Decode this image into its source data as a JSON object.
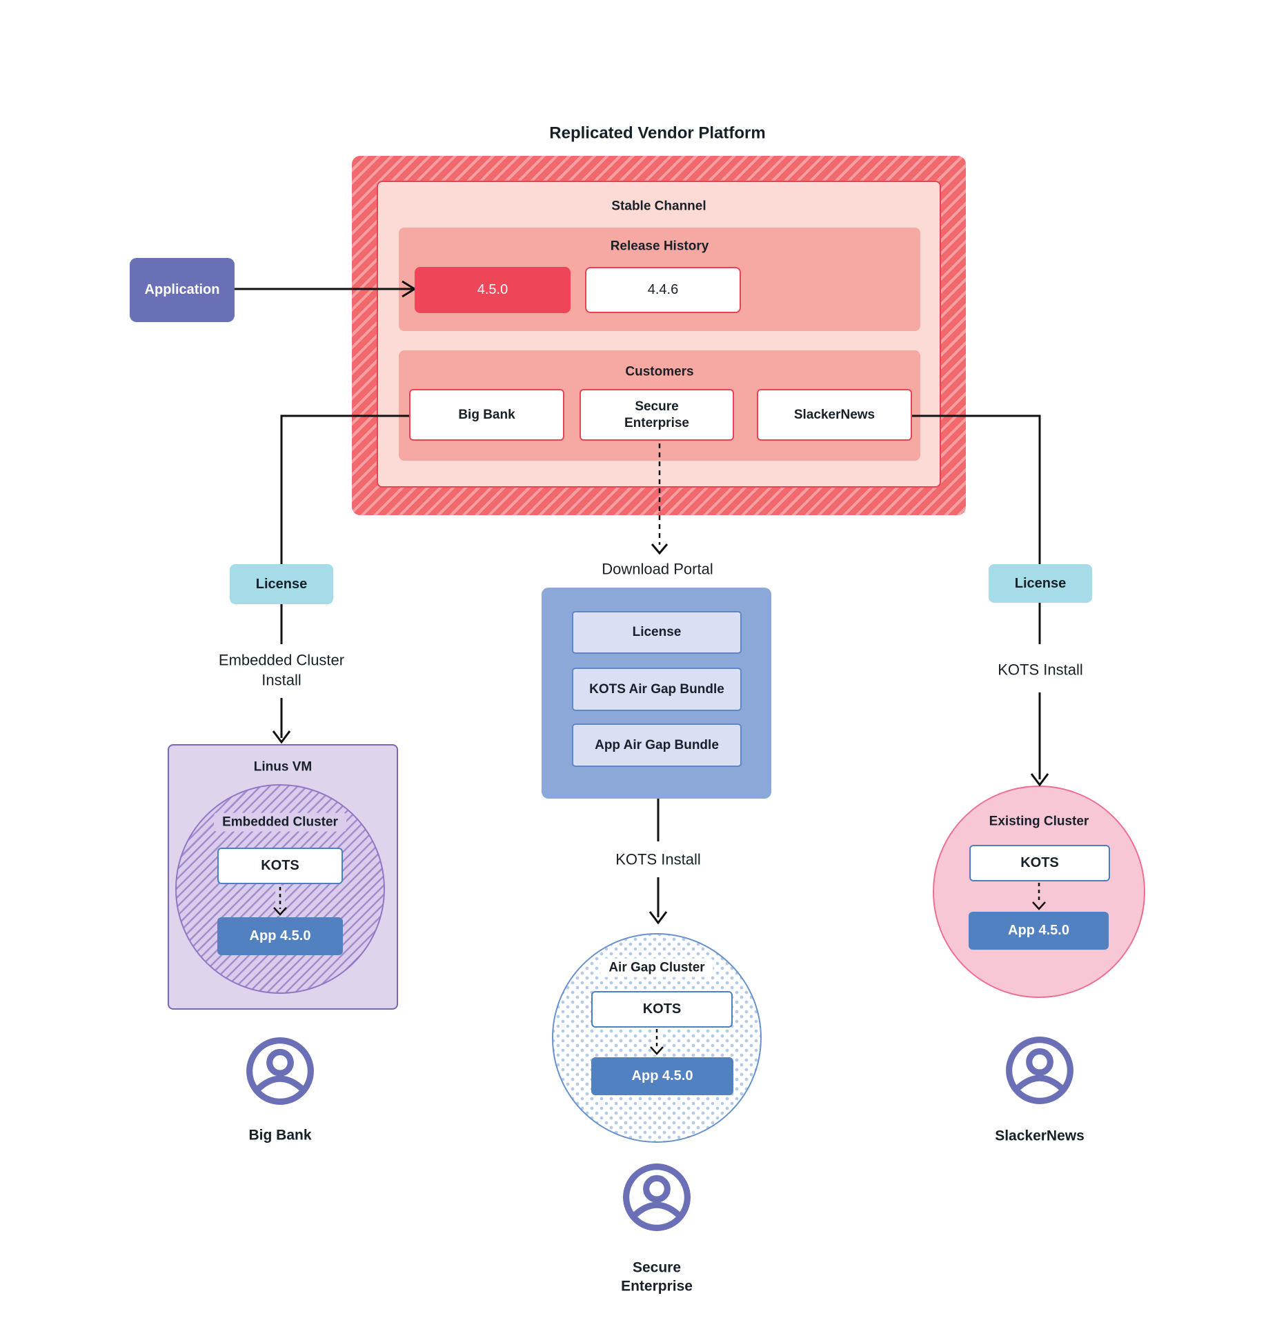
{
  "title": "Replicated Vendor Platform",
  "application": {
    "label": "Application"
  },
  "platform": {
    "stable_channel_label": "Stable Channel",
    "release_history_label": "Release History",
    "releases": [
      {
        "version": "4.5.0"
      },
      {
        "version": "4.4.6"
      }
    ],
    "customers_label": "Customers",
    "customers": [
      "Big Bank",
      "Secure Enterprise",
      "SlackerNews"
    ]
  },
  "download_portal": {
    "title": "Download Portal",
    "items": [
      "License",
      "KOTS Air Gap Bundle",
      "App Air Gap Bundle"
    ]
  },
  "left_branch": {
    "license": "License",
    "install": "Embedded Cluster Install",
    "vm": "Linus VM",
    "cluster": "Embedded Cluster",
    "kots": "KOTS",
    "app": "App 4.5.0",
    "user": "Big Bank"
  },
  "middle_branch": {
    "install": "KOTS Install",
    "cluster": "Air Gap Cluster",
    "kots": "KOTS",
    "app": "App 4.5.0",
    "user": "Secure Enterprise"
  },
  "right_branch": {
    "license": "License",
    "install": "KOTS Install",
    "cluster": "Existing Cluster",
    "kots": "KOTS",
    "app": "App 4.5.0",
    "user": "SlackerNews"
  },
  "colors": {
    "hatch_red_base": "#f2696d",
    "hatch_red_stripe": "#f69fa2",
    "stable_fill": "#fcdad5",
    "stable_border": "#ea4254",
    "salmon_fill": "#f6a9a3",
    "release_red": "#ef4558",
    "red_border": "#ea4254",
    "app_purple": "#6a70b5",
    "teal_fill": "#a5dce8",
    "portal_blue": "#8ba8d9",
    "portal_item_fill": "#dadff4",
    "portal_item_border": "#5d87c9",
    "app_blue": "#5181c1",
    "kots_border": "#4a80c4",
    "vm_fill": "#ded5ec",
    "vm_border": "#7e64b5",
    "circle_fill": "#d9cdeb",
    "circle_hatch_line": "#a68ccf",
    "circle_border": "#9077c4",
    "pink_fill": "#f8c7d6",
    "pink_border": "#ee6e8f",
    "dot_color": "#b3cbe9",
    "dot_border": "#6792cd",
    "person_purple": "#6a6fb6",
    "text_dark": "#172029"
  }
}
